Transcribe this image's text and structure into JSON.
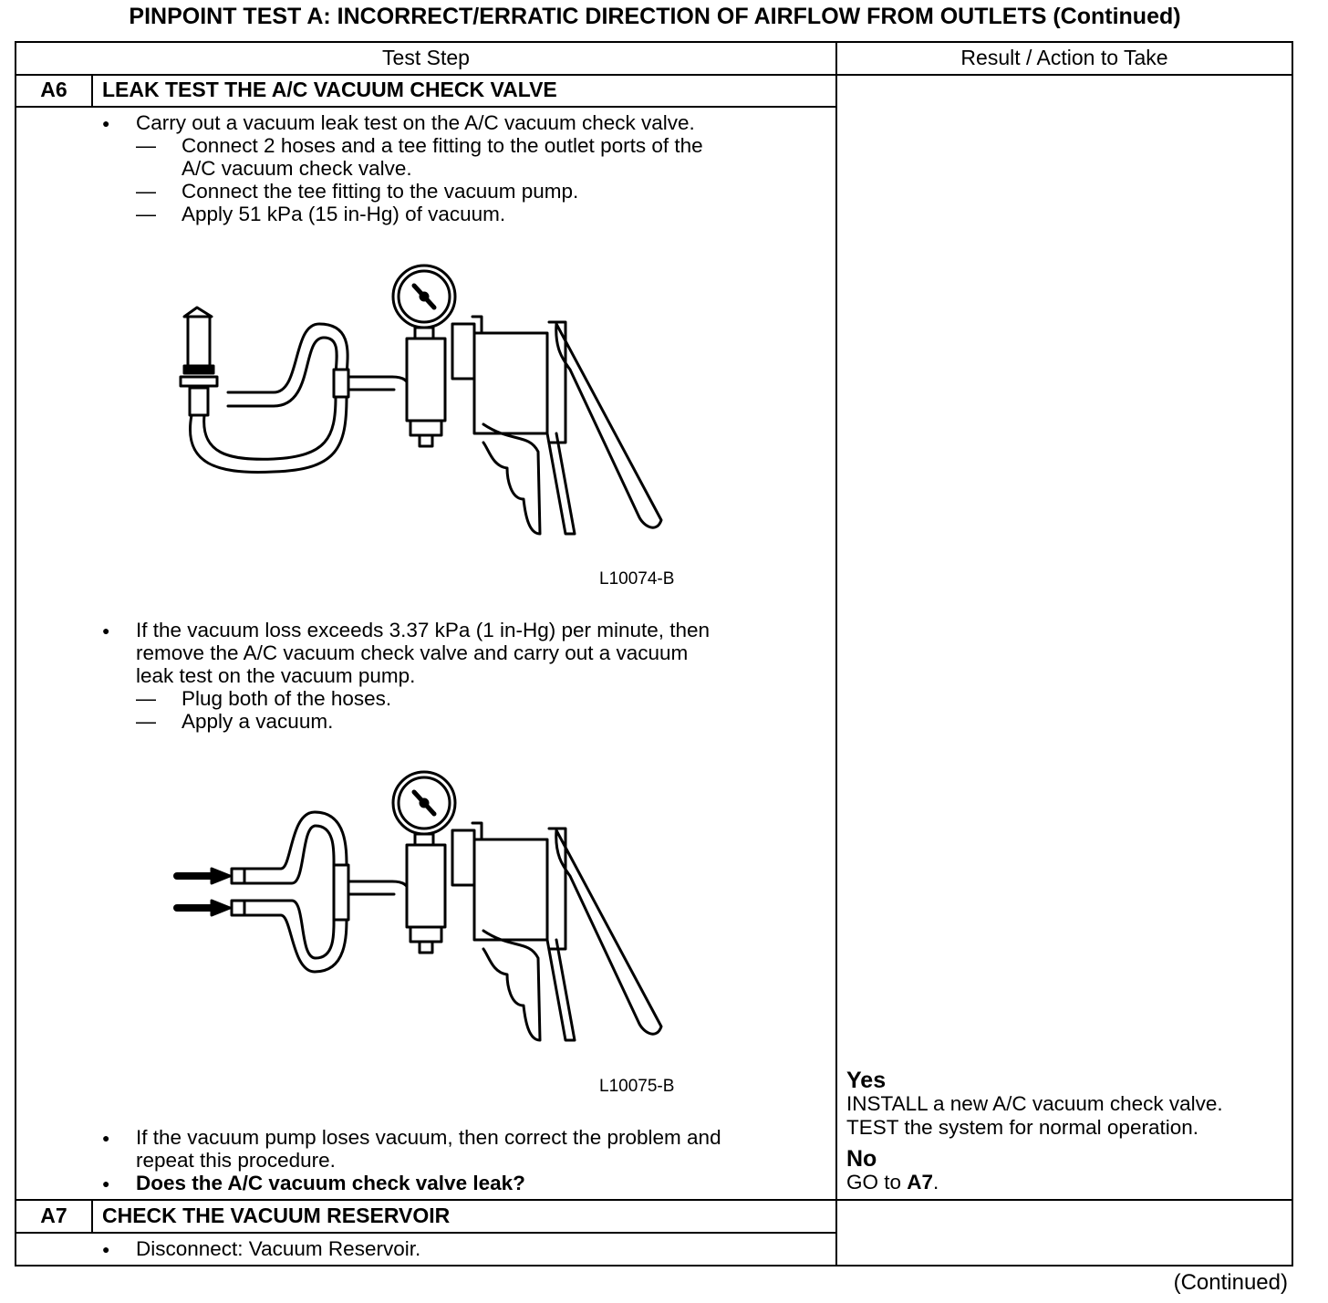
{
  "page": {
    "title": "PINPOINT TEST  A: INCORRECT/ERRATIC DIRECTION OF AIRFLOW FROM OUTLETS (Continued)",
    "footer_continued": "(Continued)"
  },
  "table": {
    "col_test_step": "Test Step",
    "col_result": "Result / Action to Take"
  },
  "a6": {
    "id": "A6",
    "title": "LEAK TEST THE A/C VACUUM CHECK VALVE",
    "bullet1": "Carry out a vacuum leak test on the A/C vacuum check valve.",
    "sub1a_line1": "Connect 2 hoses and a tee fitting to the outlet ports of the",
    "sub1a_line2": "A/C vacuum check valve.",
    "sub1b": "Connect the tee fitting to the vacuum pump.",
    "sub1c": "Apply 51 kPa (15 in-Hg) of vacuum.",
    "figure1_label": "L10074-B",
    "bullet2_line1": "If the vacuum loss exceeds 3.37 kPa (1 in-Hg) per minute, then",
    "bullet2_line2": "remove the A/C vacuum check valve and carry out a vacuum",
    "bullet2_line3": "leak test on the vacuum pump.",
    "sub2a": "Plug both of the hoses.",
    "sub2b": "Apply a vacuum.",
    "figure2_label": "L10075-B",
    "bullet3_line1": "If the vacuum pump loses vacuum, then correct the problem and",
    "bullet3_line2": "repeat this procedure.",
    "bullet4": "Does the A/C vacuum check valve leak?",
    "result": {
      "yes_label": "Yes",
      "yes_line1": "INSTALL a new A/C vacuum check valve.",
      "yes_line2": "TEST the system for normal operation.",
      "no_label": "No",
      "no_prefix": "GO to ",
      "no_target": "A7",
      "no_suffix": "."
    }
  },
  "a7": {
    "id": "A7",
    "title": "CHECK THE VACUUM RESERVOIR",
    "bullet1": "Disconnect: Vacuum Reservoir."
  }
}
